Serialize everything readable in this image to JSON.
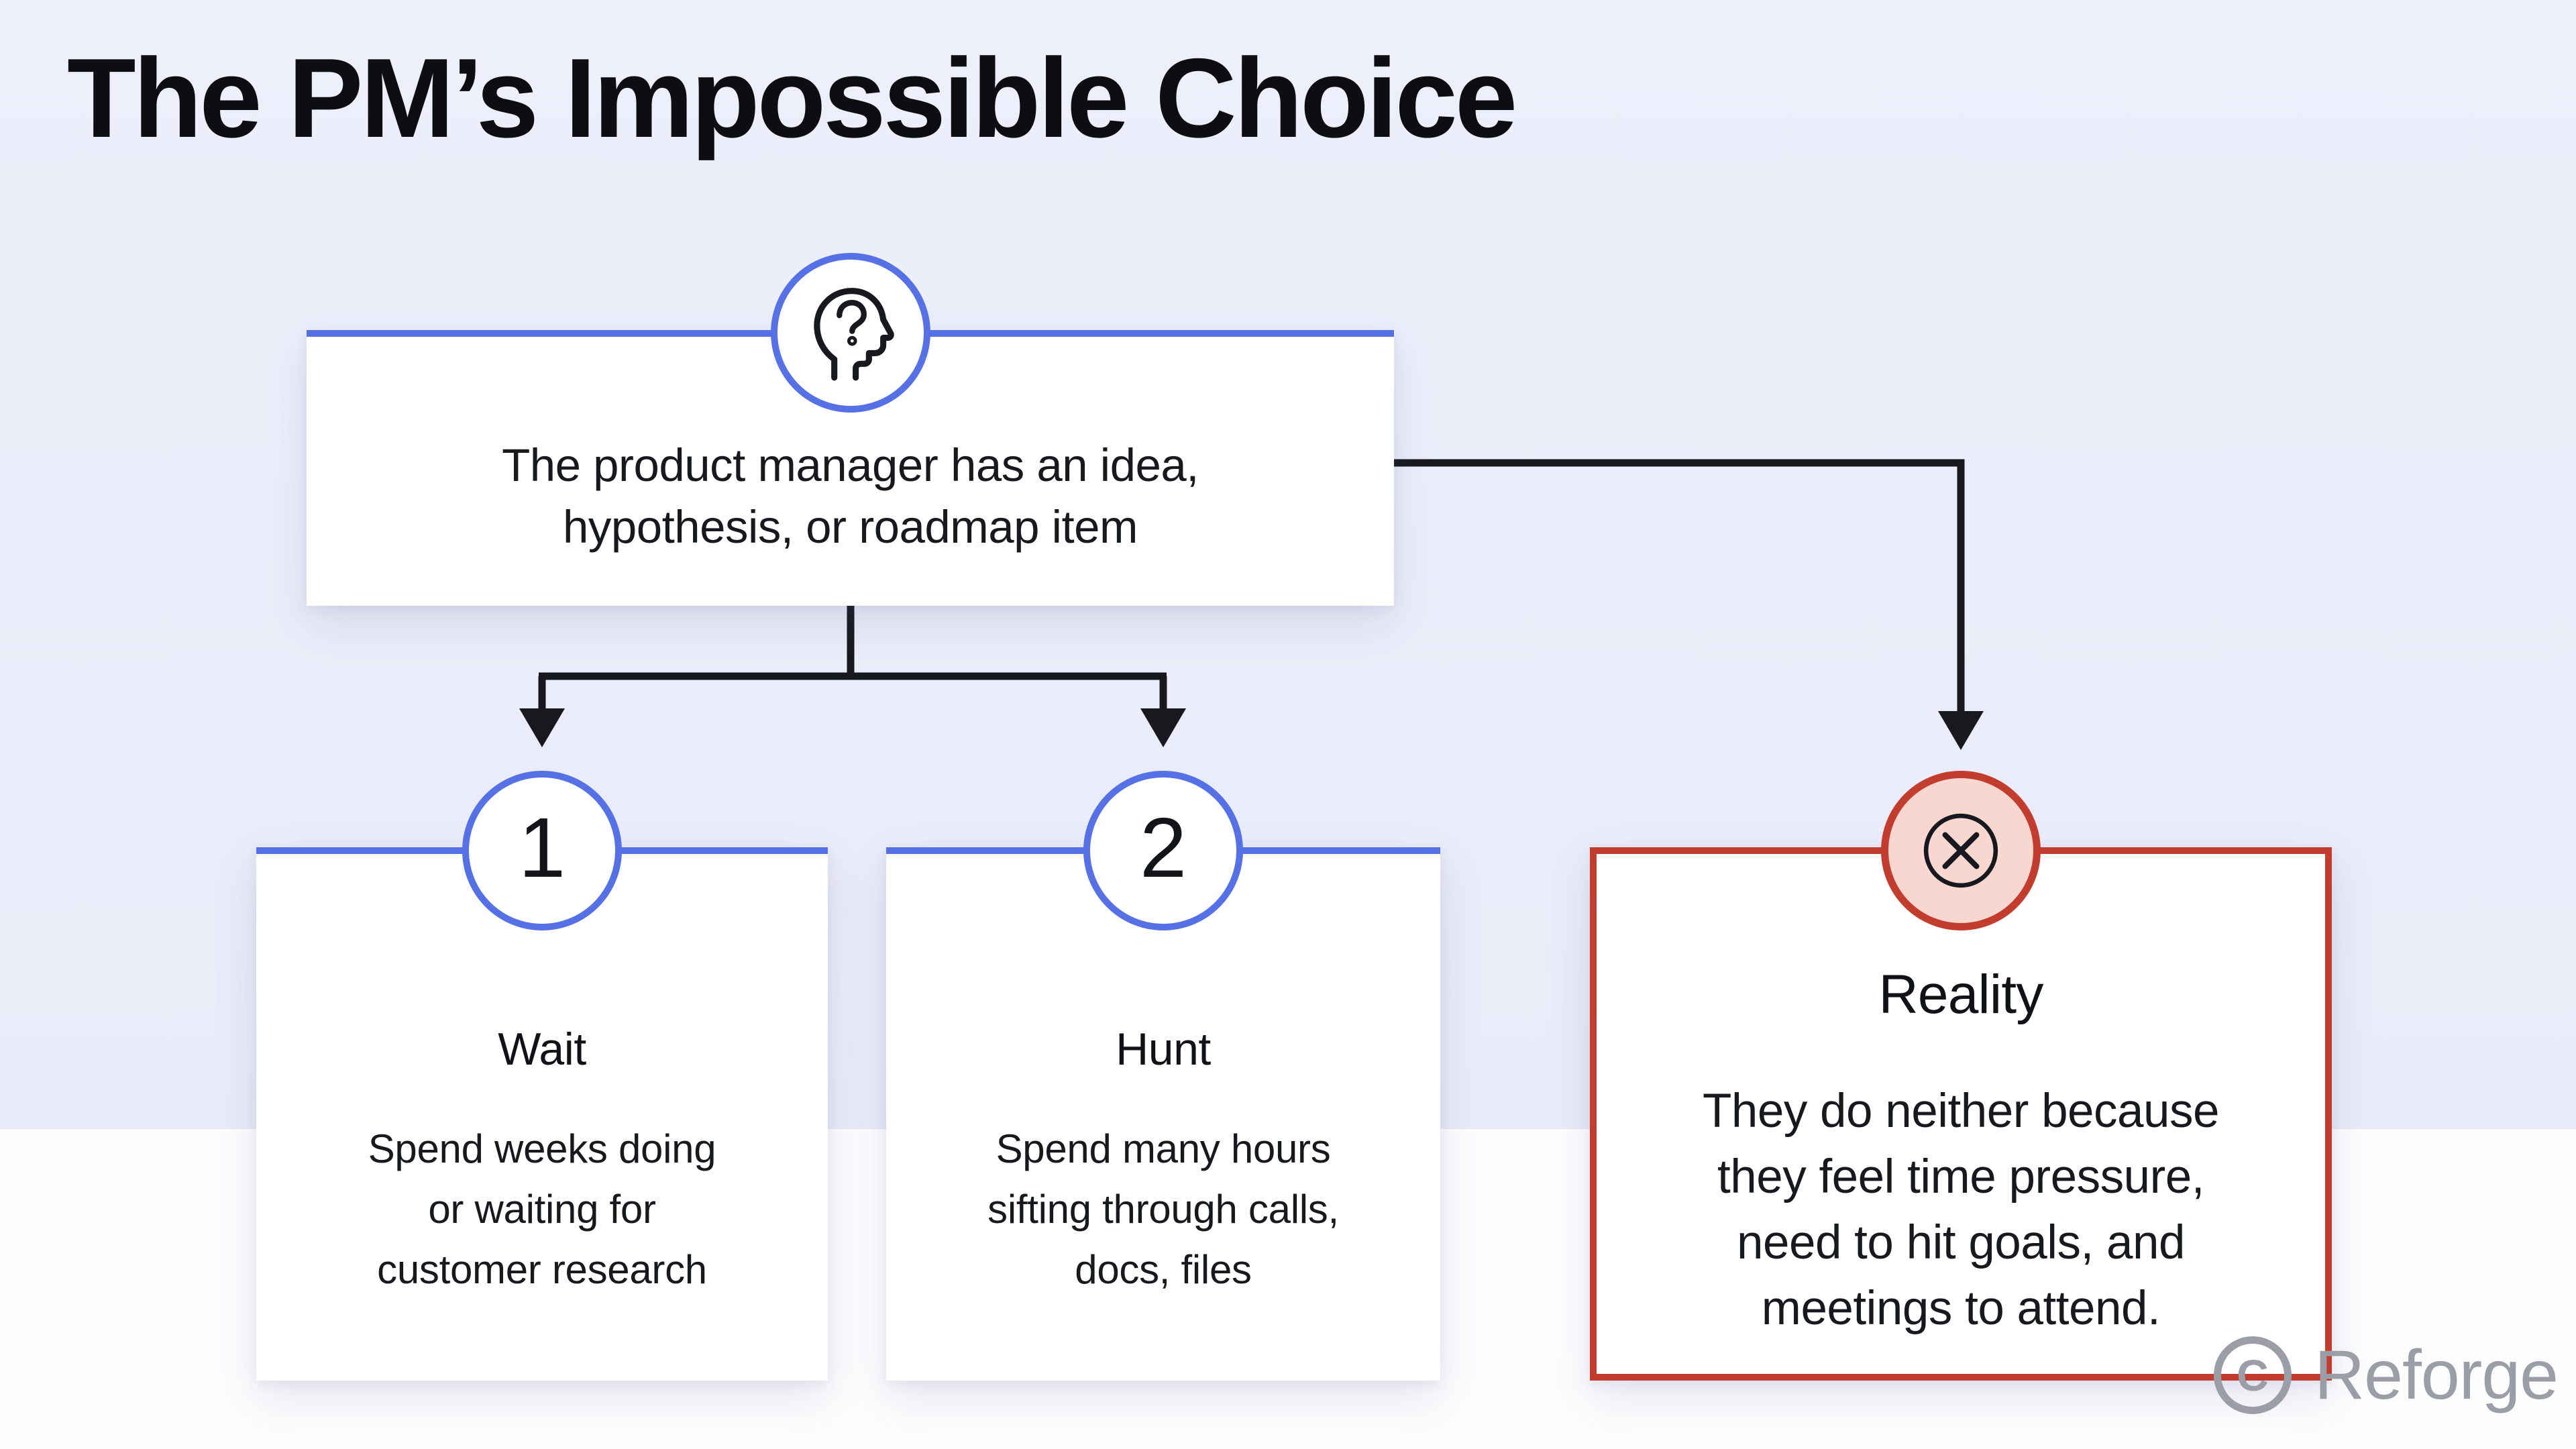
{
  "title": "The PM’s Impossible Choice",
  "root_card": {
    "line1": "The product manager has an idea,",
    "line2": "hypothesis, or roadmap item"
  },
  "option_cards": [
    {
      "number": "1",
      "title": "Wait",
      "line1": "Spend weeks doing",
      "line2": "or waiting for",
      "line3": "customer research"
    },
    {
      "number": "2",
      "title": "Hunt",
      "line1": "Spend many hours",
      "line2": "sifting through calls,",
      "line3": "docs, files"
    }
  ],
  "reality_card": {
    "title": "Reality",
    "line1": "They do neither because",
    "line2": "they feel time pressure,",
    "line3": "need to hit goals, and",
    "line4": "meetings to attend."
  },
  "watermark": {
    "mark": "C",
    "brand": "Reforge"
  },
  "icons": {
    "root": "head-question-icon",
    "reality": "x-circle-icon"
  },
  "colors": {
    "accent_blue": "#5571E5",
    "accent_red": "#C33D2E",
    "pink_fill": "#F8D7D1",
    "bg_top": "#ECEEFA",
    "bg_bottom": "#FDFDFE",
    "ink": "#17191E",
    "logo_gray": "#9B9EA6"
  }
}
